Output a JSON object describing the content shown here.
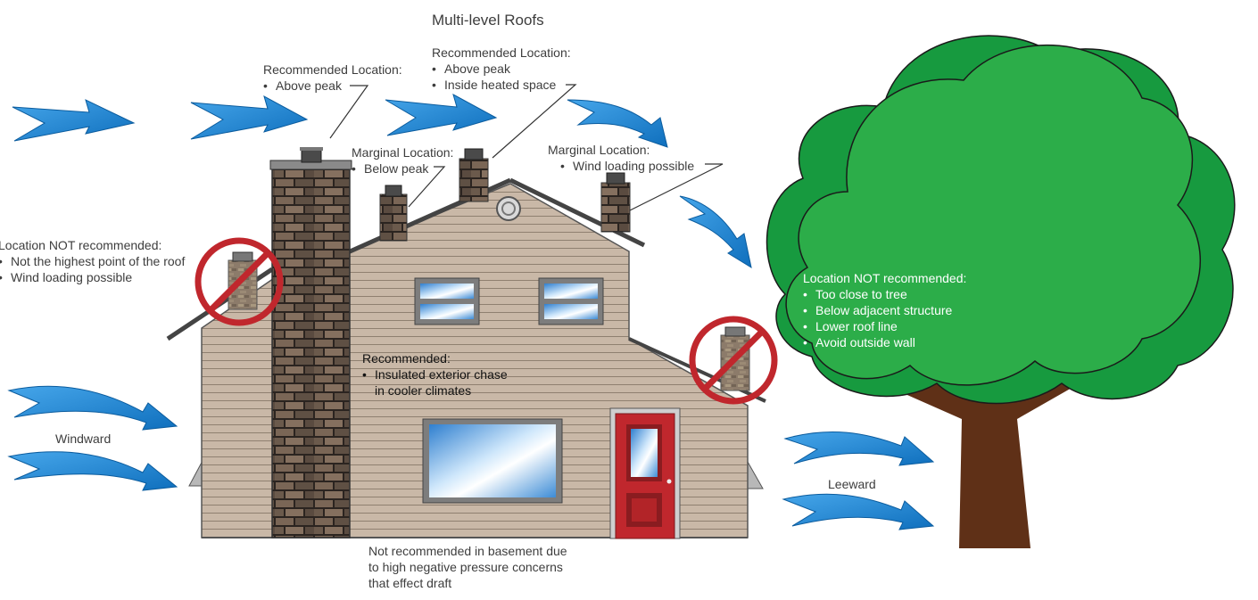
{
  "title": "Multi-level Roofs",
  "callouts": {
    "rec_left": {
      "heading": "Recommended Location:",
      "items": [
        "Above peak"
      ]
    },
    "rec_mid": {
      "heading": "Recommended Location:",
      "items": [
        "Above peak",
        "Inside heated space"
      ]
    },
    "marginal_left": {
      "heading": "Marginal Location:",
      "items": [
        "Below peak"
      ]
    },
    "marginal_right": {
      "heading": "Marginal Location:",
      "items": [
        "Wind loading possible"
      ]
    },
    "not_rec_left": {
      "heading": "Location NOT recommended:",
      "items": [
        "Not the highest point of the roof",
        "Wind loading possible"
      ]
    },
    "not_rec_tree": {
      "heading": "Location NOT recommended:",
      "items": [
        "Too close to tree",
        "Below adjacent structure",
        "Lower roof line",
        "Avoid outside wall"
      ]
    },
    "chase": {
      "heading": "Recommended:",
      "items": [
        "Insulated exterior chase",
        "in cooler climates"
      ]
    },
    "basement": {
      "lines": [
        "Not recommended in basement due",
        "to high negative pressure concerns",
        "that effect draft"
      ]
    }
  },
  "wind": {
    "windward": "Windward",
    "leeward": "Leeward"
  },
  "bullet": "•",
  "colors": {
    "wind": "#1f86d6",
    "siding": "#c8b7a6",
    "brick": "#6b5a4c",
    "tree_light": "#2cad49",
    "tree_dark": "#179a3f",
    "trunk": "#5f3017",
    "prohibit": "#c0272d",
    "door": "#c0272d"
  }
}
